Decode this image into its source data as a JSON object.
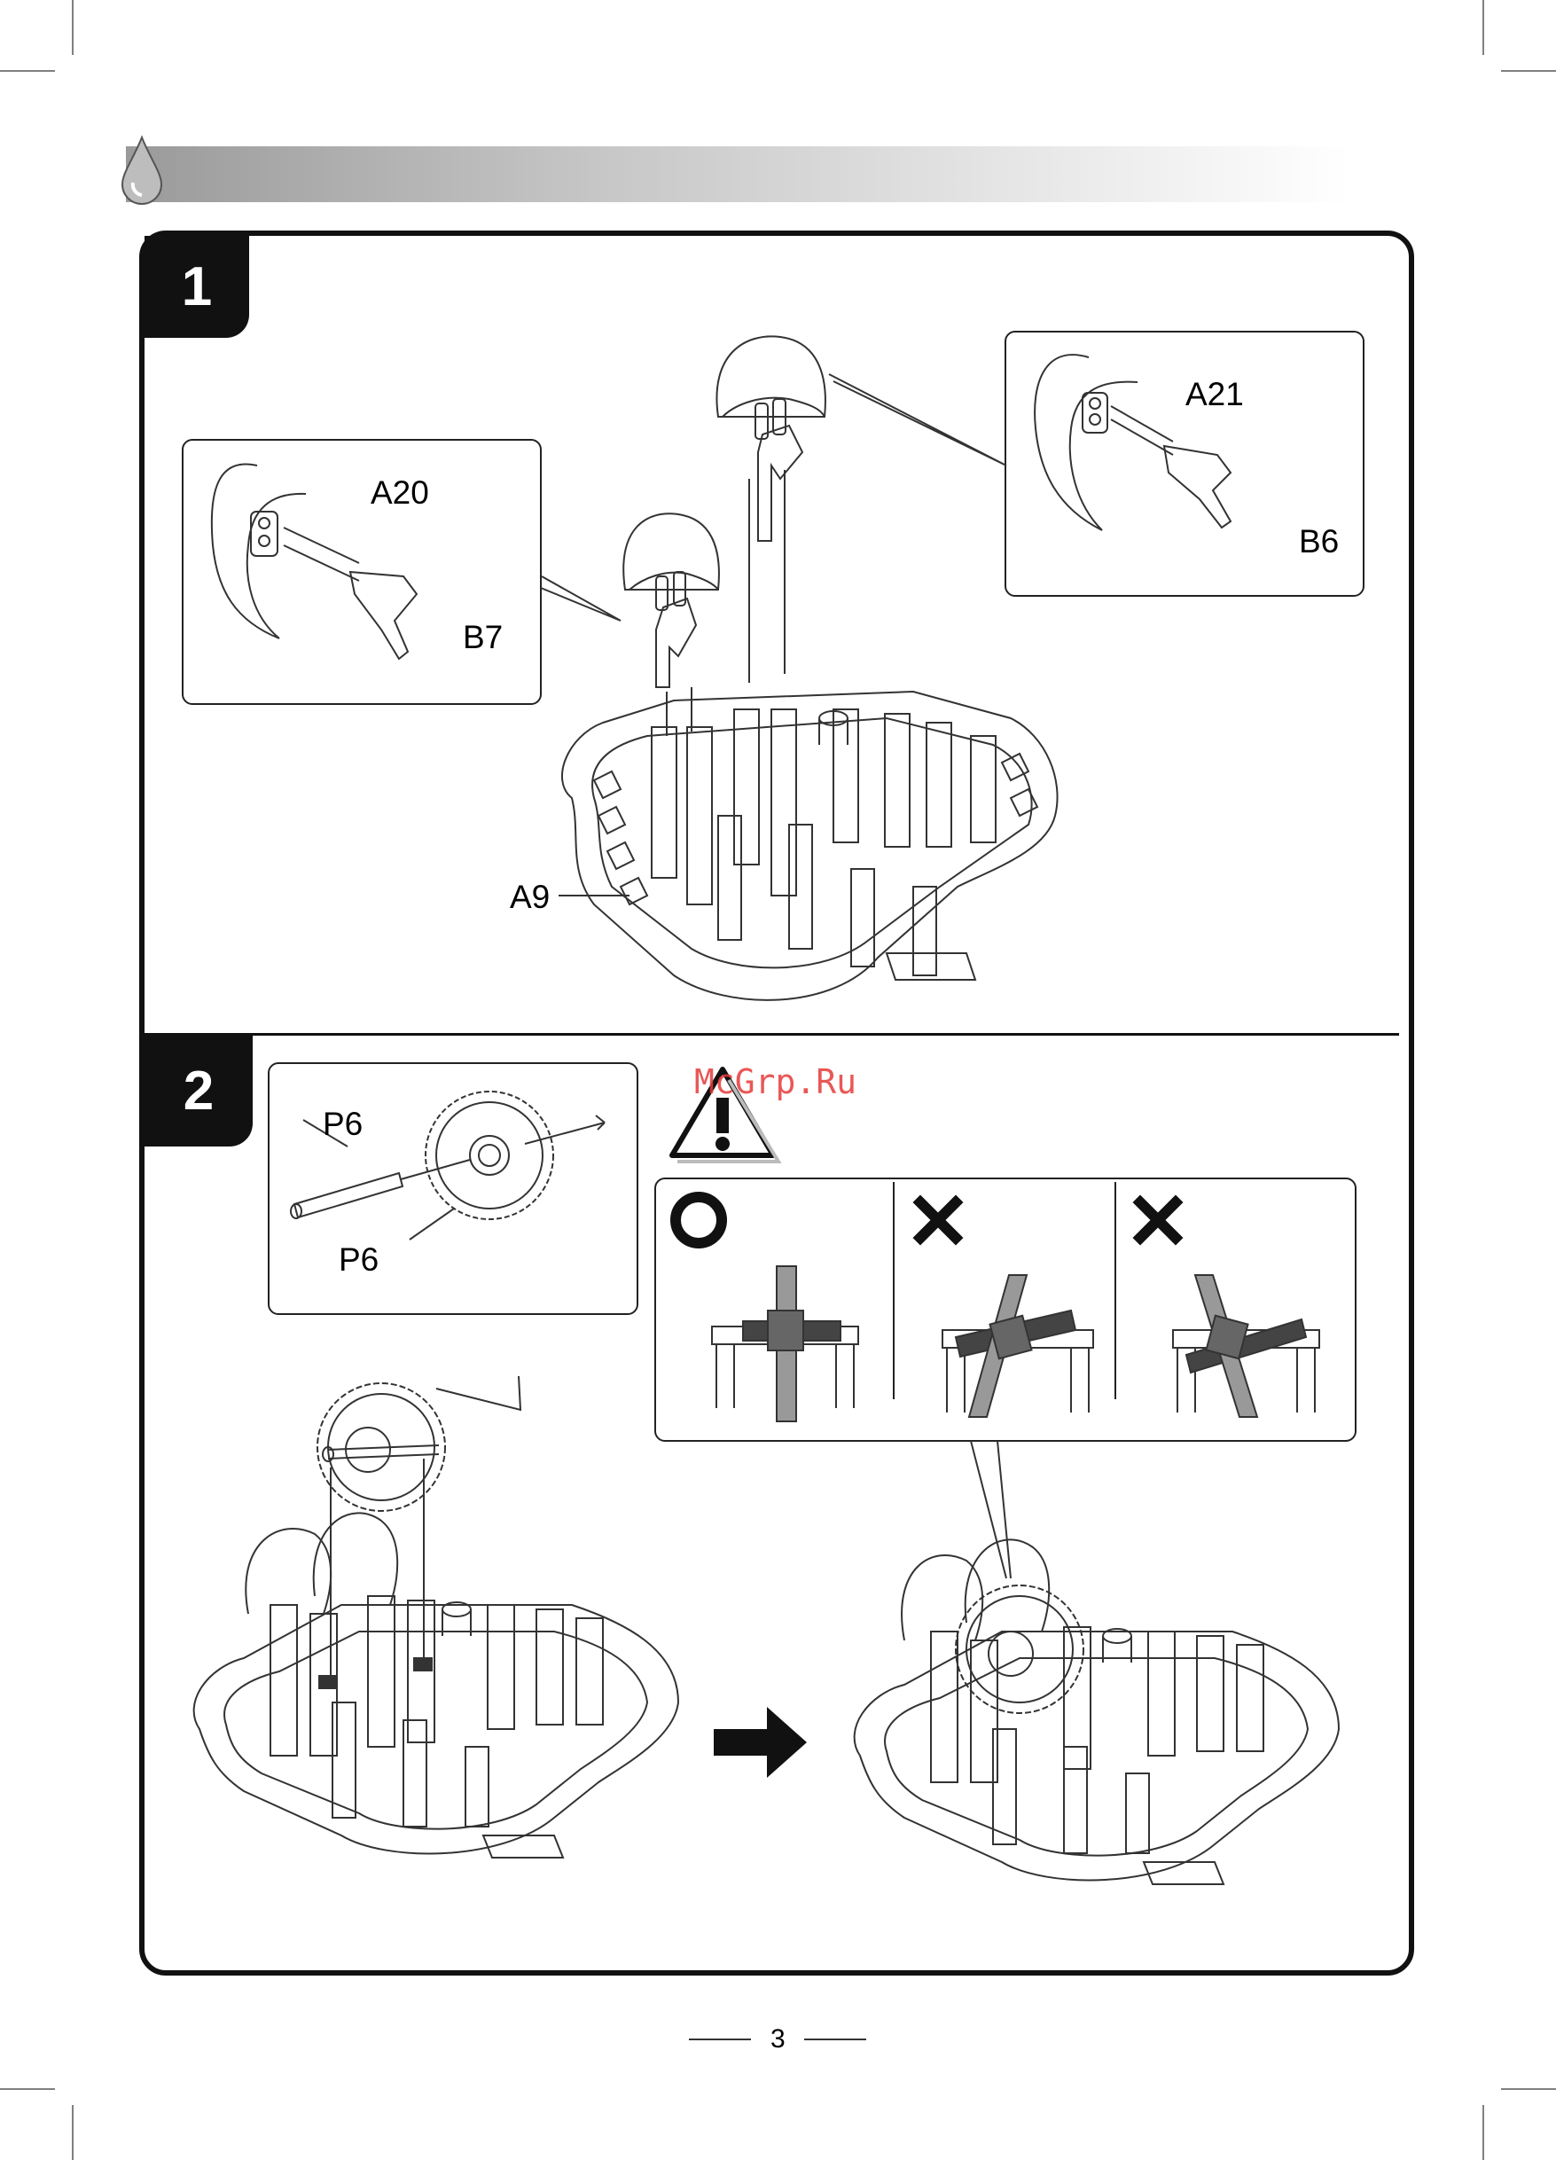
{
  "page": {
    "number": "3",
    "watermark": "McGrp.Ru"
  },
  "step1": {
    "number": "1",
    "labels": {
      "a20": "A20",
      "b7": "B7",
      "a21": "A21",
      "b6": "B6",
      "a9": "A9"
    }
  },
  "step2": {
    "number": "2",
    "labels": {
      "p6_top": "P6",
      "p6_bottom": "P6"
    },
    "checks": [
      "correct",
      "wrong",
      "wrong"
    ]
  },
  "colors": {
    "frame": "#111111",
    "watermark": "#e63a3a",
    "header_gradient_start": "#9a9a9a"
  }
}
